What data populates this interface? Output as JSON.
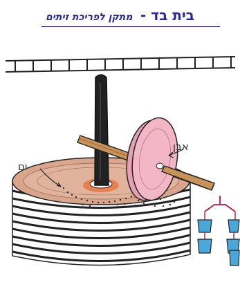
{
  "title": {
    "main": "בית בד -",
    "sub": "מתקן לפריכת זיתים"
  },
  "labels": {
    "wheel": "אבן",
    "base": "ים"
  },
  "colors": {
    "ink": "#2a2a8a",
    "base_fill": "#d9a58c",
    "wheel_fill": "#f2b6c6",
    "axle_fill": "#c8935a",
    "post_fill": "#222222",
    "weight_fill": "#4aa7d9",
    "olive_dots": "#333333"
  }
}
